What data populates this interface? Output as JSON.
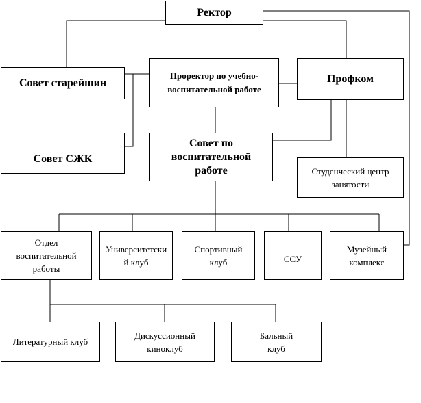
{
  "nodes": {
    "rector": "Ректор",
    "council_elders": "Совет старейшин",
    "prorector": "Проректор по учебно-воспитательной работе",
    "profcom": "Профком",
    "council_szhk": "Совет СЖК",
    "council_education": "Совет по воспитательной работе",
    "student_center": "Студенческий центр занятости",
    "dept_education": "Отдел воспитательной работы",
    "university_club": "Университетский клуб",
    "sports_club": "Спортивный клуб",
    "ssu": "ССУ",
    "museum": "Музейный комплекс",
    "literary_club": "Литературный клуб",
    "discussion_club": "Дискуссионный киноклуб",
    "ballroom_club": "Бальный клуб"
  },
  "colors": {
    "line": "#000000",
    "box_border": "#000000",
    "background": "#ffffff"
  }
}
